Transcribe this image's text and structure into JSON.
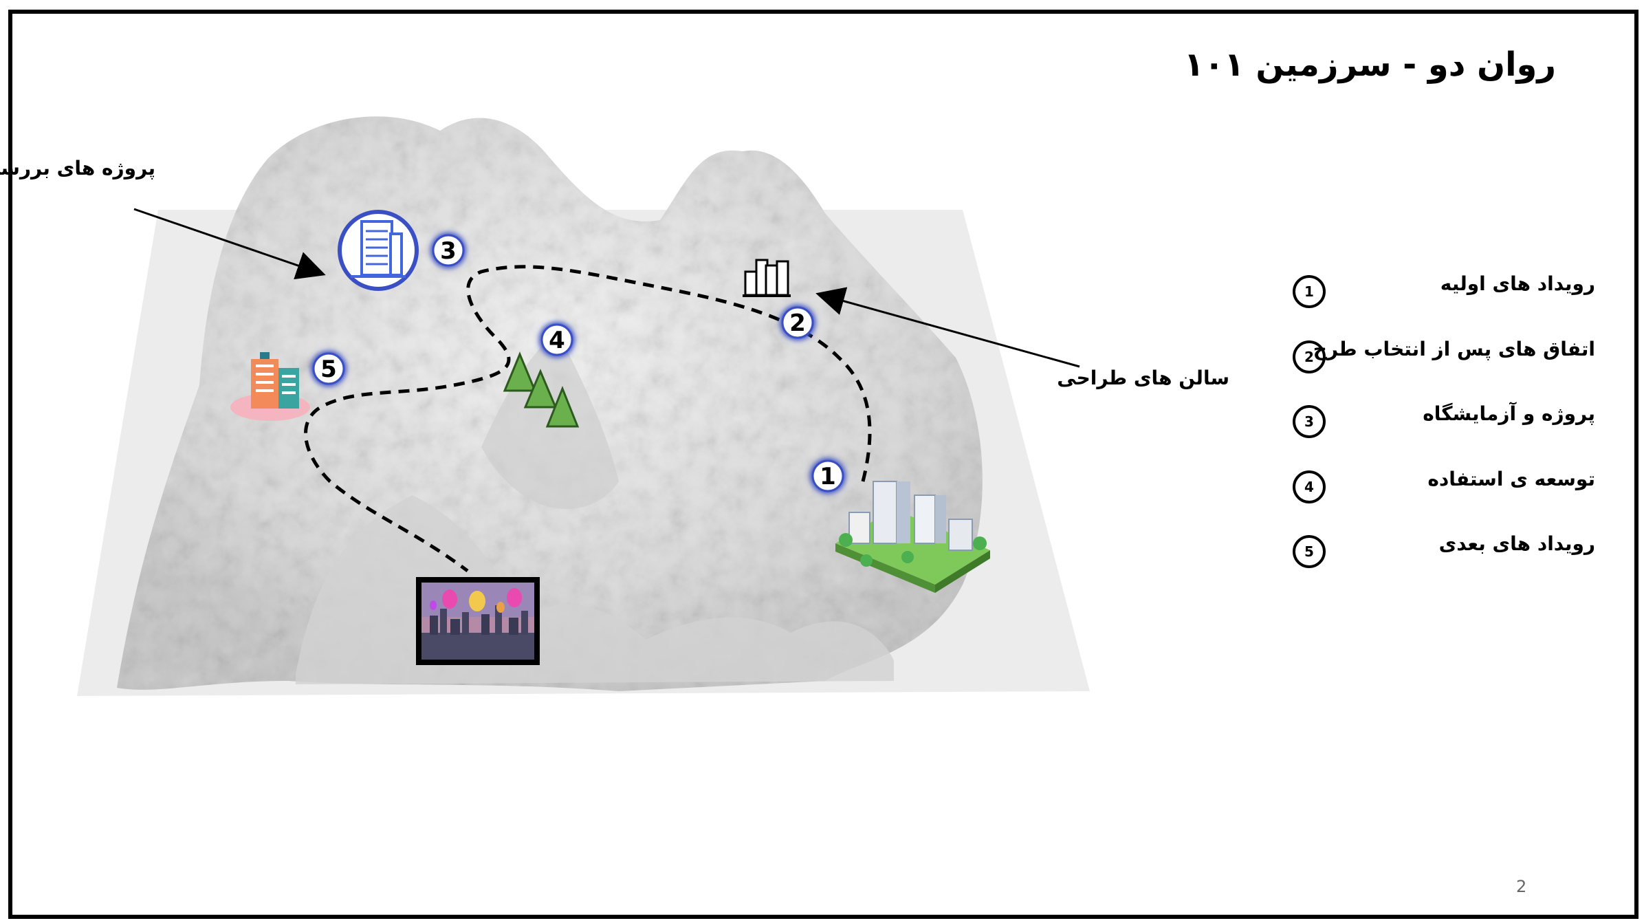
{
  "slide": {
    "title": "روان دو - سرزمین ۱۰۱",
    "page_number": "2"
  },
  "notes": {
    "left_note": "پروژه های بررسی",
    "right_note": "سالن های طراحی"
  },
  "markers": [
    "1",
    "2",
    "3",
    "4",
    "5"
  ],
  "legend": [
    {
      "num": "1",
      "label": "رویداد های اولیه"
    },
    {
      "num": "2",
      "label": "اتفاق های پس از انتخاب طرح"
    },
    {
      "num": "3",
      "label": "پروژه و آزمایشگاه"
    },
    {
      "num": "4",
      "label": "توسعه ی استفاده"
    },
    {
      "num": "5",
      "label": "رویداد های بعدی"
    }
  ],
  "colors": {
    "marker_fill": "#ffffff",
    "marker_ring": "#3a4fc4",
    "terrain": "#e4e4e4",
    "tree": "#6ab04c",
    "building_blue": "#4466dd"
  }
}
